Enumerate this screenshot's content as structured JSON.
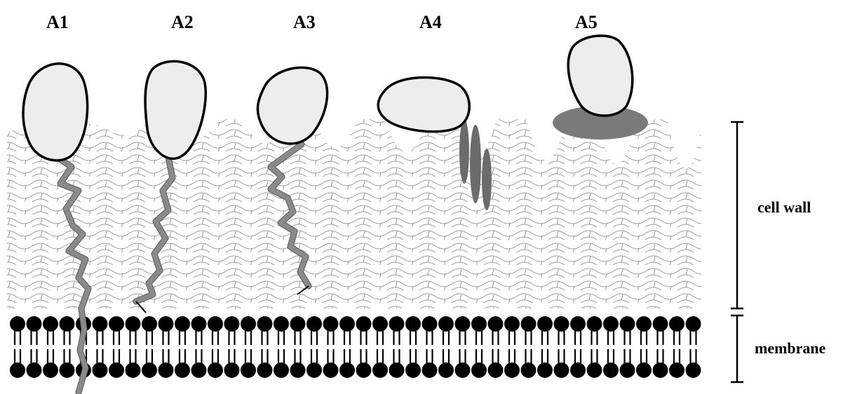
{
  "labels": {
    "a1": "A1",
    "a2": "A2",
    "a3": "A3",
    "a4": "A4",
    "a5": "A5",
    "cell_wall": "cell wall",
    "membrane": "membrane"
  },
  "colors": {
    "protein_fill": "#ededed",
    "tether": "#8a8a8a",
    "anchor_dark": "#6b6b6b",
    "lipid_head": "#000000",
    "wall_lines": "#9a9a9a"
  }
}
